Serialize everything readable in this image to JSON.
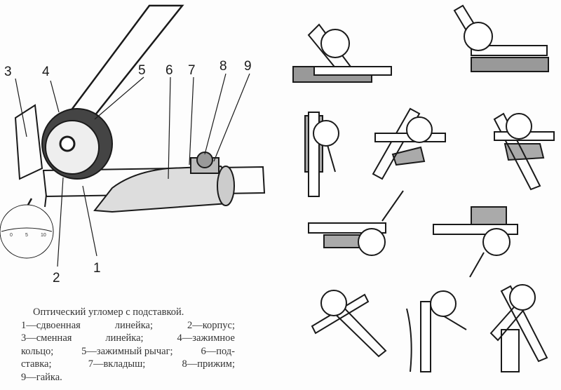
{
  "labels": [
    "1",
    "2",
    "3",
    "4",
    "5",
    "6",
    "7",
    "8",
    "9"
  ],
  "scale_labels": [
    "0",
    "5",
    "10"
  ],
  "caption": {
    "title": "Оптический угломер с подставкой.",
    "lines": [
      [
        "1—сдвоенная",
        "линейка;",
        "2—корпус;"
      ],
      [
        "3—сменная",
        "линейка;",
        "4—зажимное"
      ],
      [
        "кольцо;",
        "5—зажимный рычаг;",
        "6—под-"
      ],
      [
        "ставка;",
        "7—вкладыш;",
        "8—прижим;"
      ],
      [
        "9—гайка."
      ]
    ]
  },
  "colors": {
    "ink": "#1a1a1a",
    "paper": "#fdfdfd"
  }
}
